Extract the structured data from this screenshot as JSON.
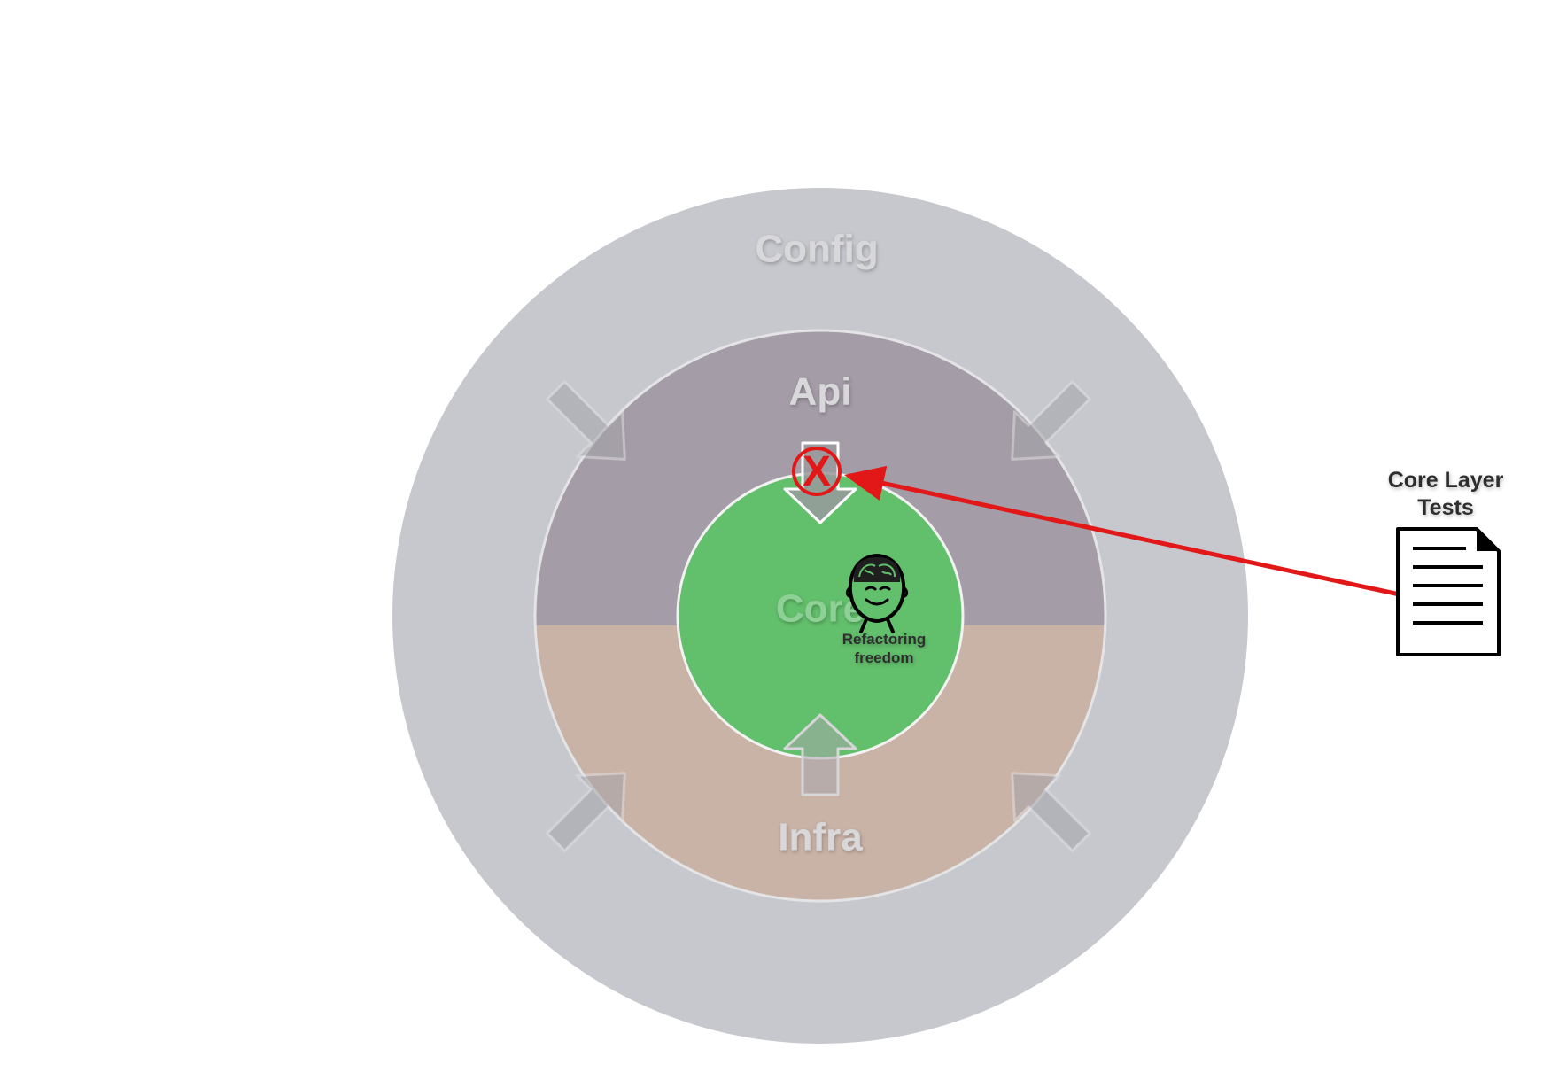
{
  "layers": {
    "config": {
      "label": "Config"
    },
    "api": {
      "label": "Api"
    },
    "infra": {
      "label": "Infra"
    },
    "core": {
      "label": "Core"
    }
  },
  "brain": {
    "icon": "happy-head-brain-icon",
    "caption_line1": "Refactoring",
    "caption_line2": "freedom"
  },
  "tests": {
    "icon": "document-icon",
    "title_line1": "Core Layer",
    "title_line2": "Tests"
  },
  "blocked": {
    "icon": "x-circle-icon",
    "glyph": "X"
  },
  "colors": {
    "config": "#c6c8ce",
    "api": "#a49ca7",
    "infra": "#c9b2a6",
    "core": "#62bf6b",
    "arrow": "#e21818"
  }
}
